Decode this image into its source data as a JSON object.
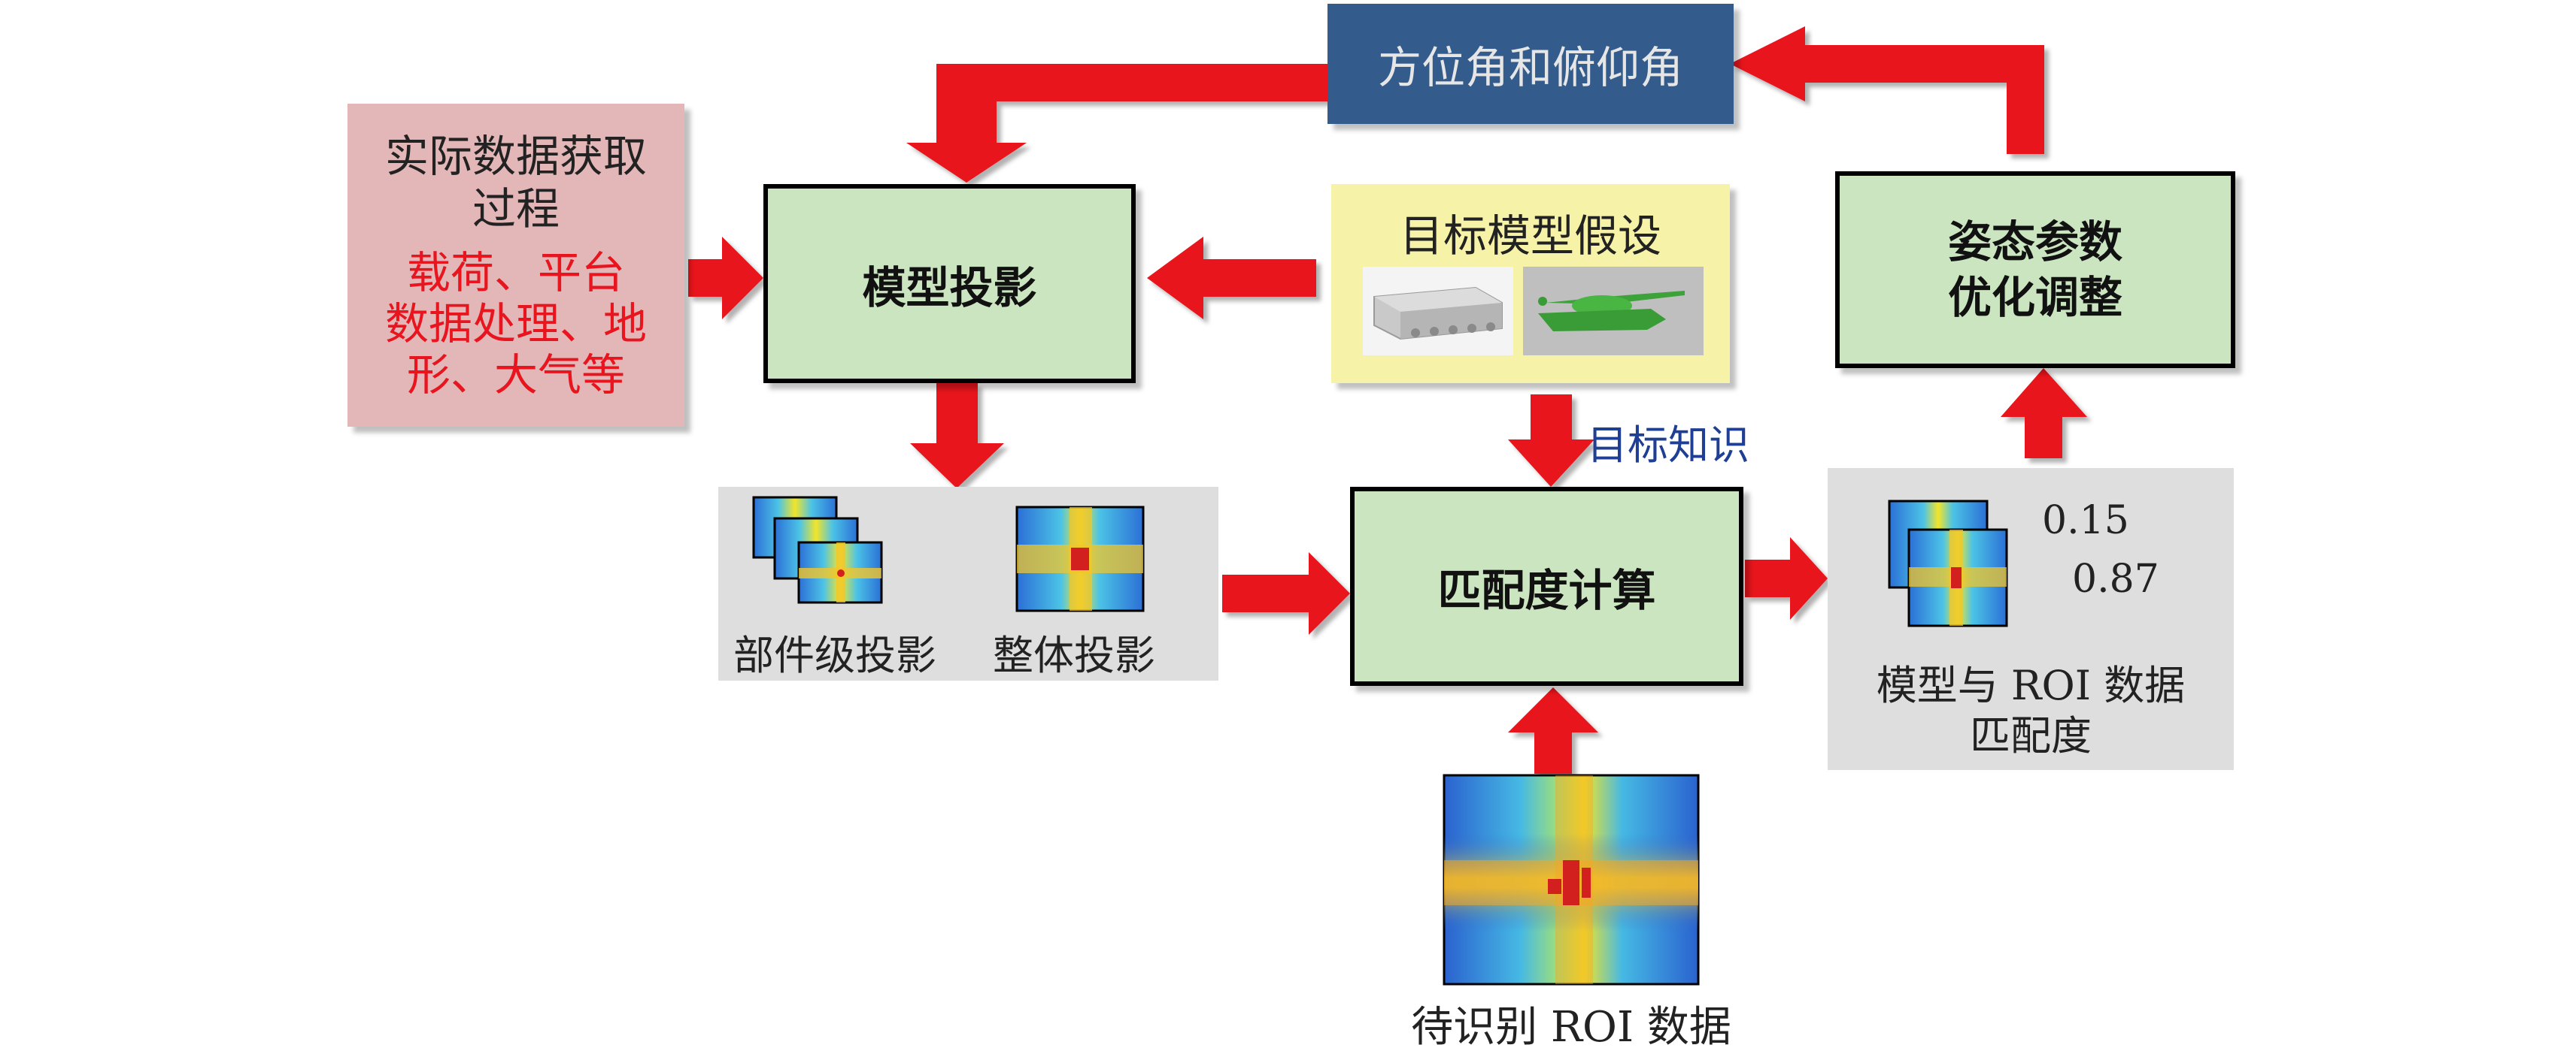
{
  "boxes": {
    "actual_data": {
      "title_line1": "实际数据获取",
      "title_line2": "过程",
      "detail_line1": "载荷、平台",
      "detail_line2": "数据处理、地",
      "detail_line3": "形、大气等"
    },
    "model_projection": "模型投影",
    "azimuth_elevation": "方位角和俯仰角",
    "target_model": "目标模型假设",
    "pose_optimization_line1": "姿态参数",
    "pose_optimization_line2": "优化调整",
    "matching": "匹配度计算"
  },
  "labels": {
    "target_knowledge": "目标知识",
    "component_projection": "部件级投影",
    "whole_projection": "整体投影",
    "score_1": "0.15",
    "score_2": "0.87",
    "match_result_line1": "模型与 ROI 数据",
    "match_result_line2": "匹配度",
    "roi_data": "待识别 ROI 数据"
  },
  "colors": {
    "arrow": "#e8141e",
    "green_box": "#cbe5c1",
    "blue_box": "#335b8c",
    "pink_box": "#e3b6b7",
    "yellow_box": "#f6f2a8",
    "gray_panel": "#dedede",
    "red_text": "#e8141e",
    "blue_text": "#1f3f94"
  },
  "icons": {
    "heatmap": "radar-heatmap-icon",
    "tank_model": "tank-3d-model-icon"
  }
}
